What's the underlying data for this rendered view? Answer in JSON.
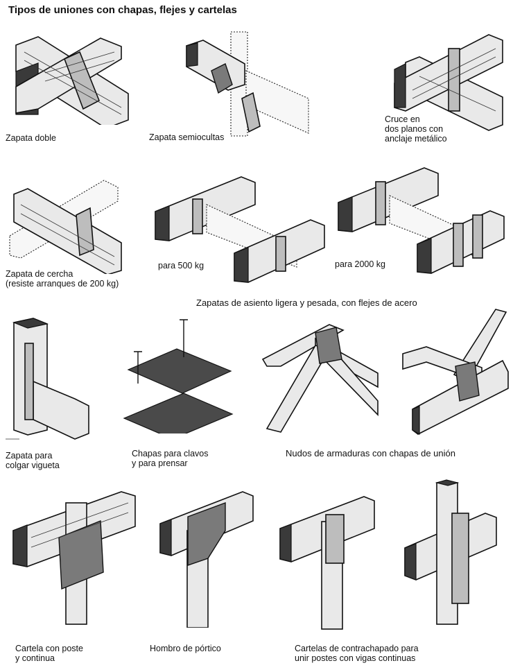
{
  "title": "Tipos de uniones con chapas, flejes y cartelas",
  "captions": {
    "zapata_doble": "Zapata doble",
    "zapata_semiocultas": "Zapata semiocultas",
    "cruce": "Cruce en\ndos planos con\nanclaje metálico",
    "zapata_cercha": "Zapata de cercha\n(resiste arranques de 200 kg)",
    "para_500": "para 500 kg",
    "para_2000": "para 2000 kg",
    "zapatas_asiento": "Zapatas de asiento ligera y pesada, con flejes de acero",
    "zapata_vigueta": "Zapata para\ncolgar vigueta",
    "chapas_clavos": "Chapas para clavos\ny para prensar",
    "nudos": "Nudos de armaduras con chapas de unión",
    "cartela_poste": "Cartela con poste\ny continua",
    "hombro": "Hombro de pórtico",
    "cartelas_contra": "Cartelas de contrachapado para\nunir postes con vigas continuas"
  }
}
